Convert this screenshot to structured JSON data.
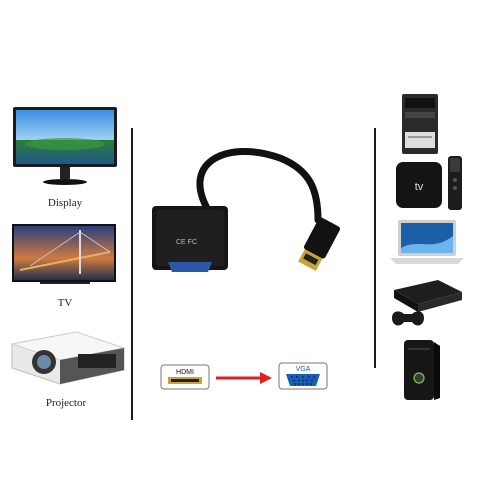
{
  "left_devices": [
    {
      "name": "display",
      "label": "Display"
    },
    {
      "name": "tv",
      "label": "TV"
    },
    {
      "name": "projector",
      "label": "Projector"
    }
  ],
  "adapter": {
    "logos": "CE FC"
  },
  "connectors": {
    "hdmi_label": "HDMI",
    "vga_label": "VGA"
  },
  "colors": {
    "arrow": "#e02020",
    "vga_blue": "#1a5fb4",
    "cable": "#111111"
  }
}
